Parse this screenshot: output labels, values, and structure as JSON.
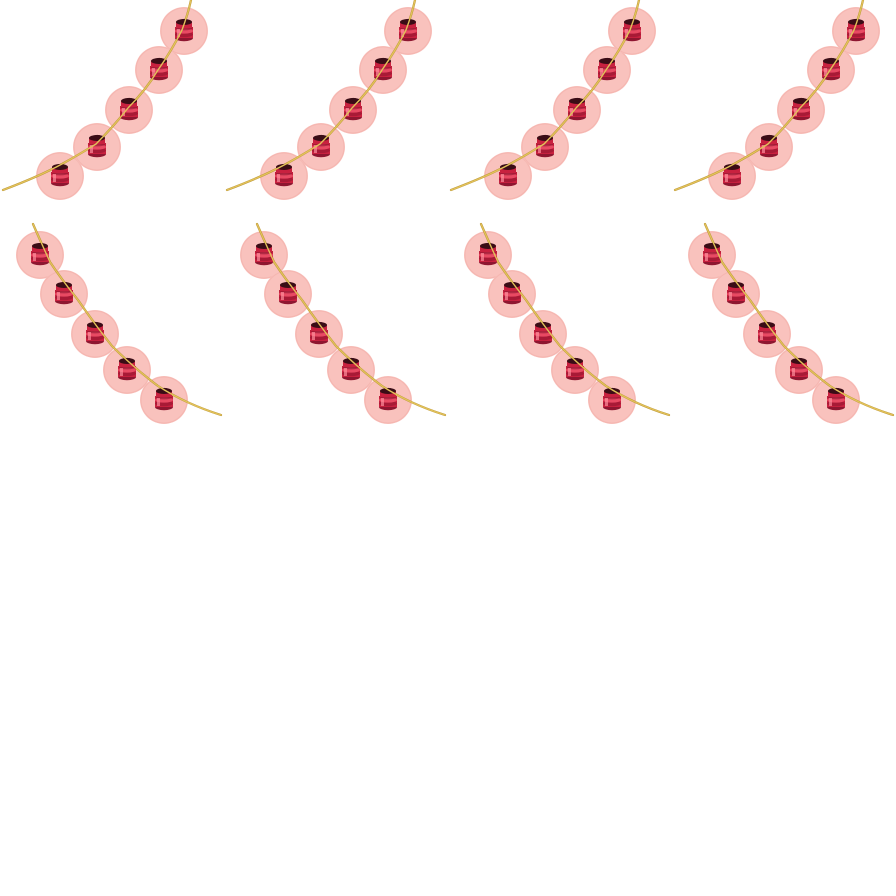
{
  "sheet": {
    "background": "#ffffff",
    "grid": {
      "columns": 4,
      "rows": 4,
      "filled_rows": 2
    },
    "frames": [
      {
        "name": "frame-1",
        "row": 0,
        "col": 0,
        "curve": "rising"
      },
      {
        "name": "frame-2",
        "row": 0,
        "col": 1,
        "curve": "rising"
      },
      {
        "name": "frame-3",
        "row": 0,
        "col": 2,
        "curve": "rising"
      },
      {
        "name": "frame-4",
        "row": 0,
        "col": 3,
        "curve": "rising"
      },
      {
        "name": "frame-5",
        "row": 1,
        "col": 0,
        "curve": "falling"
      },
      {
        "name": "frame-6",
        "row": 1,
        "col": 1,
        "curve": "falling"
      },
      {
        "name": "frame-7",
        "row": 1,
        "col": 2,
        "curve": "falling"
      },
      {
        "name": "frame-8",
        "row": 1,
        "col": 3,
        "curve": "falling"
      }
    ]
  },
  "sprite": {
    "kind": "bead-string",
    "bead_count": 5,
    "colors": {
      "halo": "#f9c2bd",
      "halo_shadow": "#f1a9a3",
      "body_dark": "#8e1630",
      "body_mid": "#c8213f",
      "body_light": "#e84a63",
      "cap": "#3a0d16",
      "highlight": "#ff8f9d",
      "thread": "#e2c25a",
      "thread_dark": "#b58f2c"
    }
  }
}
